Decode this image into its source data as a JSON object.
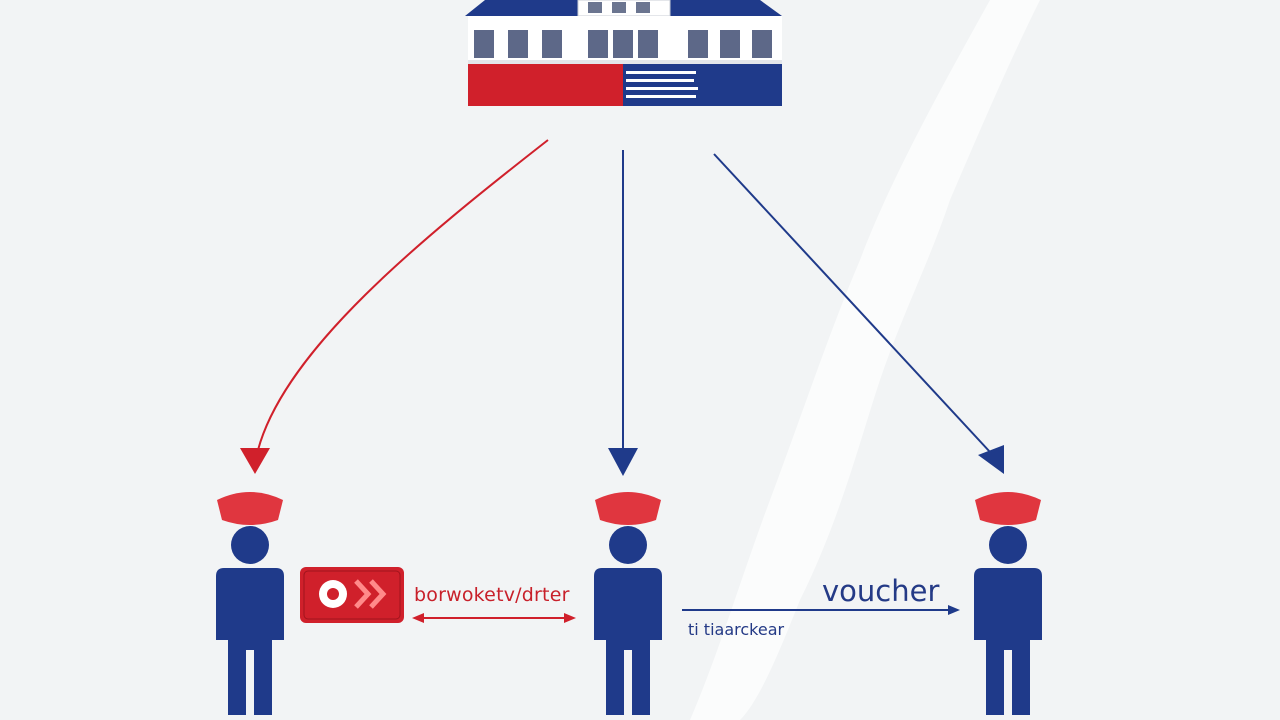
{
  "colors": {
    "background": "#f2f4f5",
    "navy": "#1f3a8a",
    "red": "#d0202b",
    "hat_red": "#e0363f"
  },
  "building": {
    "sign_text_line1": "",
    "sign_text_line2": ""
  },
  "icons": [
    "building-icon",
    "person-icon",
    "ticket-icon",
    "arrow-icon"
  ],
  "labels": {
    "transfer_label": "borwoketv/drter",
    "voucher_label": "voucher",
    "voucher_sublabel": "ti tiaarckear"
  }
}
